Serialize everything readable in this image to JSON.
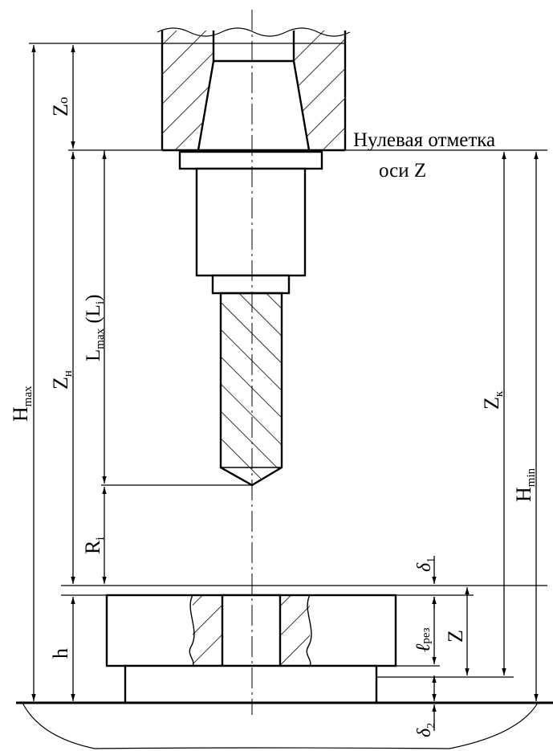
{
  "annotations": {
    "zero_mark_line1": "Нулевая отметка",
    "zero_mark_line2": "оси Z"
  },
  "dimensions": {
    "h_max": {
      "main": "H",
      "sub": "max"
    },
    "z_o": {
      "main": "Z",
      "sub": "o"
    },
    "z_n": {
      "main": "Z",
      "sub": "н"
    },
    "l_max": {
      "main": "L",
      "sub": "max",
      "extra_open": " (L",
      "extra_sub": "i",
      "extra_close": ")"
    },
    "r_i": {
      "main": "R",
      "sub": "i"
    },
    "h": {
      "main": "h"
    },
    "z_k": {
      "main": "Z",
      "sub": "к"
    },
    "h_min": {
      "main": "H",
      "sub": "min"
    },
    "delta_1": {
      "main": "δ",
      "sub": "1"
    },
    "l_rez": {
      "main": "ℓ",
      "sub": "рез"
    },
    "z": {
      "main": "Z"
    },
    "delta_2": {
      "main": "δ",
      "sub": "2"
    }
  }
}
